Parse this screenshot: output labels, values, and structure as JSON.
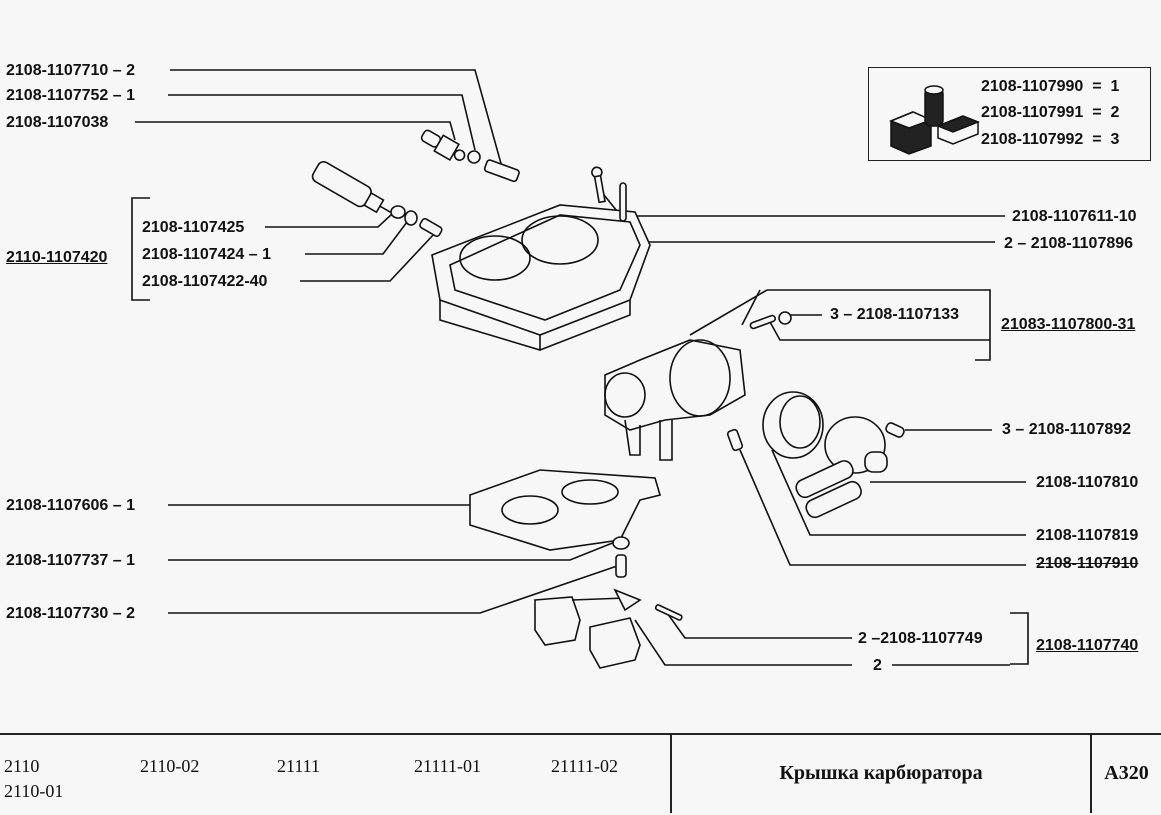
{
  "diagram": {
    "title": "Крышка карбюратора",
    "sheet_code": "A320",
    "models": [
      "2110",
      "2110-02",
      "21111",
      "21111-01",
      "21111-02",
      "2110-01"
    ],
    "legend": [
      {
        "part": "2108-1107990",
        "sep": "=",
        "value": "1"
      },
      {
        "part": "2108-1107991",
        "sep": "=",
        "value": "2"
      },
      {
        "part": "2108-1107992",
        "sep": "=",
        "value": "3"
      }
    ],
    "callouts_left": [
      {
        "part": "2108-1107710",
        "qty": "2"
      },
      {
        "part": "2108-1107752",
        "qty": "1"
      },
      {
        "part": "2108-1107038",
        "qty": ""
      },
      {
        "part": "2108-1107606",
        "qty": "1"
      },
      {
        "part": "2108-1107737",
        "qty": "1"
      },
      {
        "part": "2108-1107730",
        "qty": "2"
      }
    ],
    "group_left": {
      "assembly": "2110-1107420",
      "items": [
        {
          "part": "2108-1107425",
          "qty": ""
        },
        {
          "part": "2108-1107424",
          "qty": "1"
        },
        {
          "part": "2108-1107422-40",
          "qty": ""
        }
      ]
    },
    "callouts_right": [
      {
        "part": "2108-1107611-10",
        "qty": ""
      },
      {
        "part": "2108-1107896",
        "qty": "2"
      },
      {
        "part": "2108-1107892",
        "qty": "3"
      },
      {
        "part": "2108-1107810",
        "qty": ""
      },
      {
        "part": "2108-1107819",
        "qty": ""
      },
      {
        "part": "2108-1107910",
        "qty": "",
        "struck": true
      }
    ],
    "group_right_top": {
      "assembly": "21083-1107800-31",
      "items": [
        {
          "part": "2108-1107133",
          "qty": "3"
        }
      ]
    },
    "group_right_bottom": {
      "assembly": "2108-1107740",
      "items": [
        {
          "part": "2108-1107749",
          "qty": "2"
        },
        {
          "part": "",
          "qty": "2"
        }
      ]
    },
    "dash": "–"
  }
}
